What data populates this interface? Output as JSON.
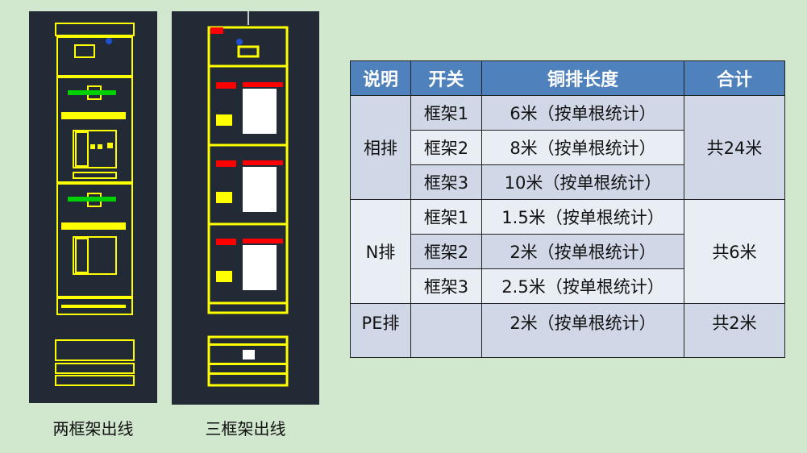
{
  "left_drawing": {
    "caption": "两框架出线"
  },
  "right_drawing": {
    "caption": "三框架出线"
  },
  "table": {
    "headers": [
      "说明",
      "开关",
      "铜排长度",
      "合计"
    ],
    "groups": [
      {
        "label": "相排",
        "total": "共24米",
        "rows": [
          {
            "switch": "框架1",
            "length": "6米（按单根统计）"
          },
          {
            "switch": "框架2",
            "length": "8米（按单根统计）"
          },
          {
            "switch": "框架3",
            "length": "10米（按单根统计）"
          }
        ]
      },
      {
        "label": "N排",
        "total": "共6米",
        "rows": [
          {
            "switch": "框架1",
            "length": "1.5米（按单根统计）"
          },
          {
            "switch": "框架2",
            "length": "2米（按单根统计）"
          },
          {
            "switch": "框架3",
            "length": "2.5米（按单根统计）"
          }
        ]
      },
      {
        "label": "PE排",
        "total": "共2米",
        "rows": [
          {
            "switch": "",
            "length": "2米（按单根统计）"
          }
        ]
      }
    ]
  },
  "colors": {
    "header": "#4f81bd",
    "band_dark": "#d0d8e8",
    "band_light": "#e9edf4",
    "background": "#d1e8cf",
    "cad_bg": "#222a35",
    "cad_line": "#ffff00"
  }
}
